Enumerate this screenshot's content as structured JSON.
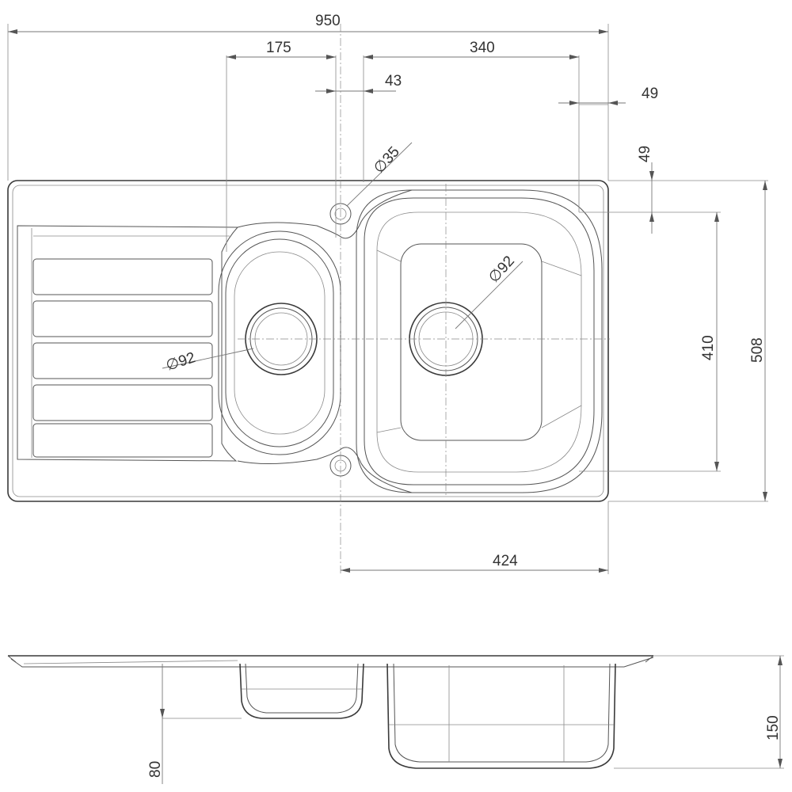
{
  "dimensions": {
    "overall_width": "950",
    "drainer_bowl_width": "175",
    "main_bowl_width": "340",
    "bowl_gap": "43",
    "right_margin": "49",
    "top_margin": "49",
    "tap_hole_diameter": "∅35",
    "main_waste_diameter": "∅92",
    "small_waste_diameter": "∅92",
    "bowl_depth_length": "410",
    "overall_depth": "508",
    "centre_to_edge": "424",
    "small_bowl_depth": "80",
    "main_bowl_depth": "150"
  },
  "colors": {
    "line": "#3a3a3a",
    "dimension": "#777777",
    "text": "#333333"
  }
}
